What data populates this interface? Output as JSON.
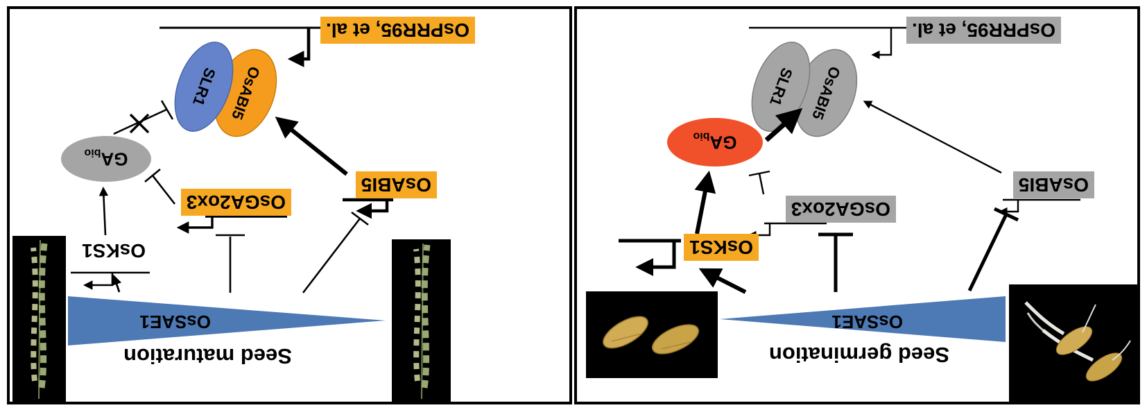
{
  "colors": {
    "panel_border": "#000000",
    "gradient_triangle_blue": "#4D79B4",
    "highlight_yellow": "#F6A823",
    "highlight_gray": "#A5A5A5",
    "ellipse_blue": "#6583CB",
    "ellipse_orange": "#F59B1E",
    "ellipse_gray": "#A5A5A5",
    "gabio_active_red_orange": "#F1512A",
    "photo_background": "#000000",
    "seed_gold": "#C9A348",
    "edge_black": "#000000"
  },
  "maturation": {
    "stage_label": "Seed maturation",
    "gradient_gene": "OsSAE1",
    "nodes": {
      "osks1": {
        "label": "OsKS1",
        "style": "plain"
      },
      "osga2ox3": {
        "label": "OsGA2ox3",
        "style": "yellow-highlight"
      },
      "osabi5_gene": {
        "label": "OsABI5",
        "style": "yellow-highlight"
      },
      "osprr95": {
        "label": "OsPRR95, et al.",
        "style": "yellow-highlight"
      },
      "gabio": {
        "label_main": "GA",
        "label_sub": "bio",
        "style": "gray-ellipse"
      },
      "slr1_protein": {
        "label": "SLR1",
        "style": "blue-ellipse"
      },
      "osabi5_protein": {
        "label": "OsABI5",
        "style": "orange-ellipse"
      }
    },
    "edges": [
      {
        "from": "OsSAE1",
        "to": "OsKS1",
        "type": "activation",
        "weight": "thin"
      },
      {
        "from": "OsSAE1",
        "to": "OsGA2ox3",
        "type": "repression",
        "weight": "thin"
      },
      {
        "from": "OsSAE1",
        "to": "OsABI5",
        "type": "repression",
        "weight": "thin"
      },
      {
        "from": "OsKS1",
        "to": "GAbio",
        "type": "activation",
        "weight": "thin"
      },
      {
        "from": "OsGA2ox3",
        "to": "GAbio",
        "type": "repression",
        "weight": "thin"
      },
      {
        "from": "GAbio",
        "to": "SLR1",
        "type": "repression",
        "weight": "thin",
        "blocked_with_x": true
      },
      {
        "from": "OsABI5",
        "to": "SLR1-OsABI5 complex",
        "type": "activation",
        "weight": "thick"
      },
      {
        "from": "SLR1-OsABI5 complex",
        "to": "OsPRR95, et al.",
        "type": "transcription",
        "weight": "thick"
      }
    ],
    "photos": [
      "rice-panicle",
      "rice-panicle"
    ]
  },
  "germination": {
    "stage_label": "Seed germination",
    "gradient_gene": "OsSAE1",
    "nodes": {
      "osks1": {
        "label": "OsKS1",
        "style": "yellow-highlight"
      },
      "osga2ox3": {
        "label": "OsGA2ox3",
        "style": "gray-highlight"
      },
      "osabi5_gene": {
        "label": "OsABI5",
        "style": "gray-highlight"
      },
      "osprr95": {
        "label": "OsPRR95, et al.",
        "style": "gray-highlight"
      },
      "gabio": {
        "label_main": "GA",
        "label_sub": "bio",
        "style": "red-orange-ellipse"
      },
      "slr1_protein": {
        "label": "SLR1",
        "style": "gray-ellipse"
      },
      "osabi5_protein": {
        "label": "OsABI5",
        "style": "gray-ellipse"
      }
    },
    "edges": [
      {
        "from": "OsSAE1",
        "to": "OsKS1",
        "type": "activation",
        "weight": "thick"
      },
      {
        "from": "OsSAE1",
        "to": "OsGA2ox3",
        "type": "repression",
        "weight": "thick"
      },
      {
        "from": "OsSAE1",
        "to": "OsABI5",
        "type": "repression",
        "weight": "thick"
      },
      {
        "from": "OsKS1",
        "to": "GAbio",
        "type": "activation",
        "weight": "thick"
      },
      {
        "from": "OsGA2ox3",
        "to": "GAbio",
        "type": "repression",
        "weight": "thin"
      },
      {
        "from": "GAbio",
        "to": "SLR1-OsABI5 complex",
        "type": "activation",
        "weight": "thick"
      },
      {
        "from": "OsABI5",
        "to": "SLR1-OsABI5 complex",
        "type": "activation",
        "weight": "thin"
      },
      {
        "from": "SLR1-OsABI5 complex",
        "to": "OsPRR95, et al.",
        "type": "transcription",
        "weight": "thin"
      }
    ],
    "photos": [
      "germinating-seeds",
      "dry-seeds"
    ]
  }
}
